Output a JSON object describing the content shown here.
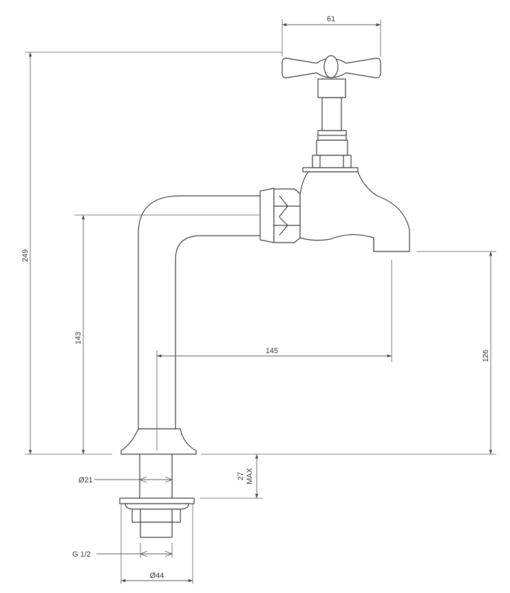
{
  "drawing": {
    "title": "",
    "stroke_color": "#3a3a3a",
    "background_color": "#ffffff",
    "dimensions": {
      "handle_width": "61",
      "overall_height": "249",
      "body_height": "143",
      "outlet_height": "126",
      "reach": "145",
      "shank_length_1": "27",
      "shank_length_2": "MAX",
      "shank_diameter": "Ø21",
      "thread": "G 1/2",
      "base_diameter": "Ø44"
    }
  }
}
